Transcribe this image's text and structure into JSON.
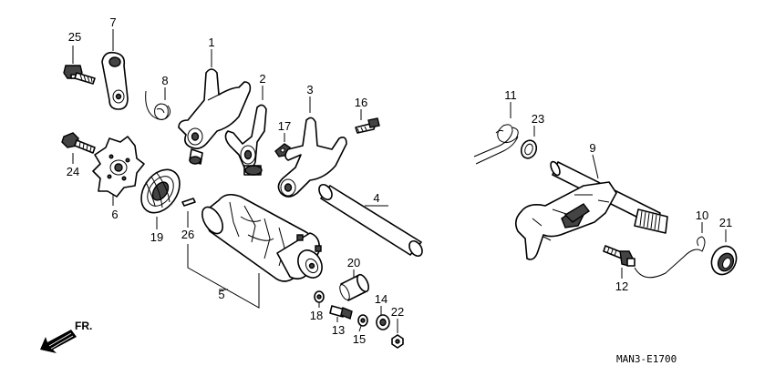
{
  "diagram": {
    "code": "MAN3-E1700",
    "direction_label": "FR.",
    "callouts": [
      "1",
      "2",
      "3",
      "4",
      "5",
      "6",
      "7",
      "8",
      "9",
      "10",
      "11",
      "12",
      "13",
      "14",
      "15",
      "16",
      "17",
      "18",
      "19",
      "20",
      "21",
      "22",
      "23",
      "24",
      "25",
      "26"
    ]
  }
}
